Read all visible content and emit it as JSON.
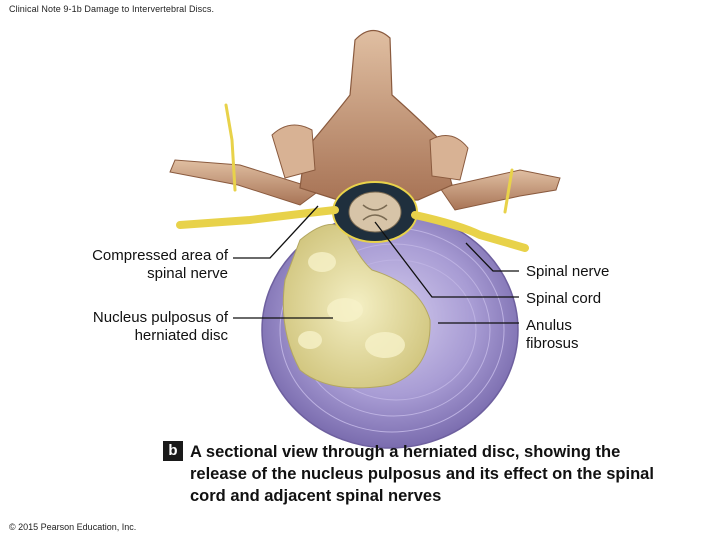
{
  "header": {
    "title": "Clinical Note 9-1b Damage to Intervertebral Discs."
  },
  "labels": {
    "compressed_area": "Compressed area of spinal nerve",
    "nucleus_pulposus": "Nucleus pulposus of herniated disc",
    "spinal_nerve": "Spinal nerve",
    "spinal_cord": "Spinal cord",
    "anulus_fibrosus": "Anulus fibrosus"
  },
  "caption": {
    "badge": "b",
    "text": "A sectional view through a herniated disc, showing the release of the nucleus pulposus and its effect on the spinal cord and adjacent spinal nerves"
  },
  "footer": {
    "copyright": "© 2015 Pearson Education, Inc."
  },
  "colors": {
    "bone": "#c89a78",
    "bone_dark": "#9a6a4c",
    "nerve": "#e8d24a",
    "disc": "#9b8fc8",
    "disc_light": "#c9c0e6",
    "nucleus": "#e9e19a",
    "canal": "#2a3b4a"
  }
}
